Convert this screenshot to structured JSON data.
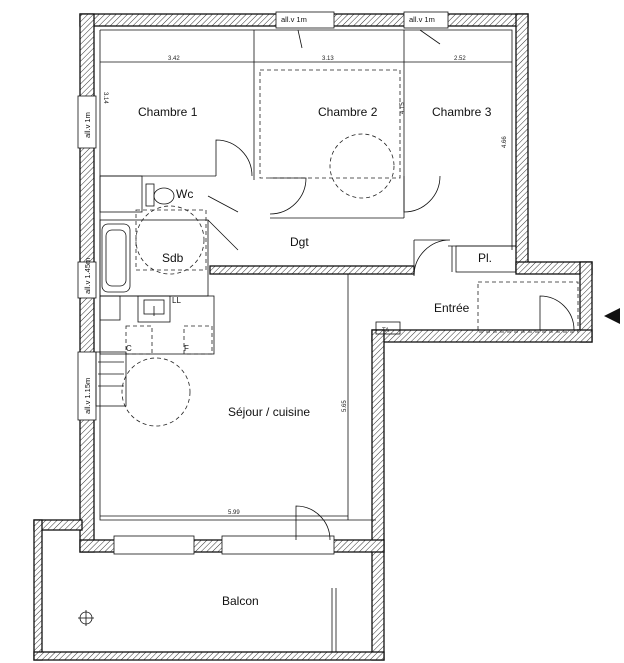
{
  "rooms": {
    "chambre1": "Chambre 1",
    "chambre2": "Chambre 2",
    "chambre3": "Chambre 3",
    "wc": "Wc",
    "sdb": "Sdb",
    "dgt": "Dgt",
    "placard": "Pl.",
    "entree": "Entrée",
    "sejour": "Séjour / cuisine",
    "balcon": "Balcon"
  },
  "dimensions": {
    "chambre1_width": "3.42",
    "chambre2_width": "3.13",
    "chambre3_width": "2.52",
    "chambre1_depth": "3.14",
    "chambre2_depth": "4.15",
    "chambre3_depth": "4.66",
    "sejour_depth": "5.65",
    "sejour_width": "5.99"
  },
  "codes": {
    "ll": "LL",
    "c": "C",
    "f": "F",
    "ta": "TA"
  },
  "windows": {
    "top1": "all.v 1m",
    "top2": "all.v 1m",
    "left1": "all.v 1m",
    "left2": "all.v 1.45m",
    "left3": "all.v 1.15m"
  },
  "entry_marker": "entry-arrow-icon"
}
